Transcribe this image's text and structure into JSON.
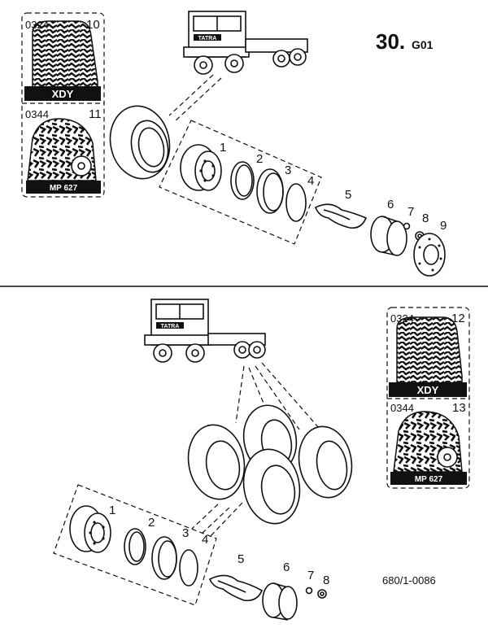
{
  "page": {
    "number": "30.",
    "section": "G01",
    "drawing_code": "680/1-0086"
  },
  "top_group": {
    "tire_cards": [
      {
        "code": "0324",
        "callout": "10",
        "model": "XDY"
      },
      {
        "code": "0344",
        "callout": "11",
        "model": "MP 627"
      }
    ],
    "part_callouts": [
      "1",
      "2",
      "3",
      "4",
      "5",
      "6",
      "7",
      "8",
      "9"
    ]
  },
  "bottom_group": {
    "tire_cards": [
      {
        "code": "0324",
        "callout": "12",
        "model": "XDY"
      },
      {
        "code": "0344",
        "callout": "13",
        "model": "MP 627"
      }
    ],
    "part_callouts": [
      "1",
      "2",
      "3",
      "4",
      "5",
      "6",
      "7",
      "8"
    ]
  },
  "truck_brand": "TATRA"
}
